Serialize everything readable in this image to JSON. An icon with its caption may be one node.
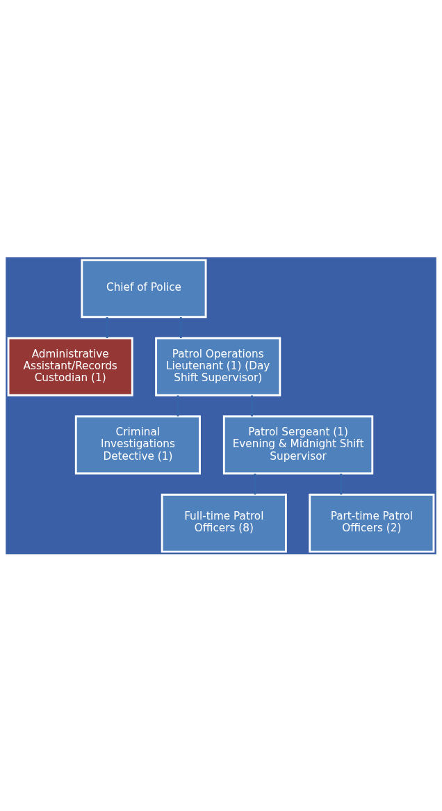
{
  "diagram": {
    "nodes": [
      {
        "text": [
          "Chief of Police"
        ]
      },
      {
        "text": [
          "Administrative Assistant/Records Custodian (1)"
        ]
      },
      {
        "text": [
          "Patrol Operations Lieutenant (1) (Day Shift Supervisor)"
        ]
      },
      {
        "text": [
          "Criminal Investigations Detective (1)"
        ]
      },
      {
        "text": [
          "Patrol Sergeant (1) Evening & Midnight Shift Supervisor"
        ]
      },
      {
        "text": [
          "Full-time Patrol Officers (8)"
        ]
      },
      {
        "text": [
          "Part-time Patrol Officers (2)"
        ]
      }
    ],
    "edges": [
      {
        "from": 0,
        "to": 1,
        "arrow": "none"
      },
      {
        "from": 0,
        "to": 2,
        "arrow": "none"
      },
      {
        "from": 2,
        "to": 3,
        "arrow": "none"
      },
      {
        "from": 2,
        "to": 4,
        "arrow": "none"
      },
      {
        "from": 4,
        "to": 5,
        "arrow": "none"
      },
      {
        "from": 4,
        "to": 6,
        "arrow": "none"
      }
    ]
  }
}
